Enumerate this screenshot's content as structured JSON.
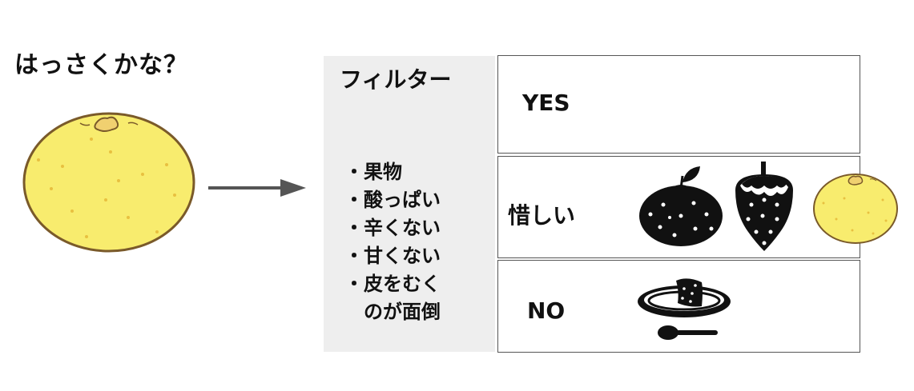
{
  "question": "はっさくかな？",
  "filter": {
    "title": "フィルター",
    "criteria": [
      "・果物",
      "・酸っぱい",
      "・辛くない",
      "・甘くない",
      "・皮をむく",
      "のが面倒"
    ]
  },
  "results": {
    "yes": "YES",
    "oshii": "惜しい",
    "no": "NO"
  },
  "colors": {
    "fruit_fill": "#f8ec6e",
    "fruit_outline": "#7a5a2a",
    "panel": "#eeeeee",
    "arrow": "#555555",
    "silhouette": "#111111"
  },
  "icons": [
    "hassaku-icon",
    "arrow-icon",
    "mikan-silhouette-icon",
    "strawberry-silhouette-icon",
    "small-hassaku-icon",
    "cake-plate-icon",
    "spoon-icon"
  ]
}
